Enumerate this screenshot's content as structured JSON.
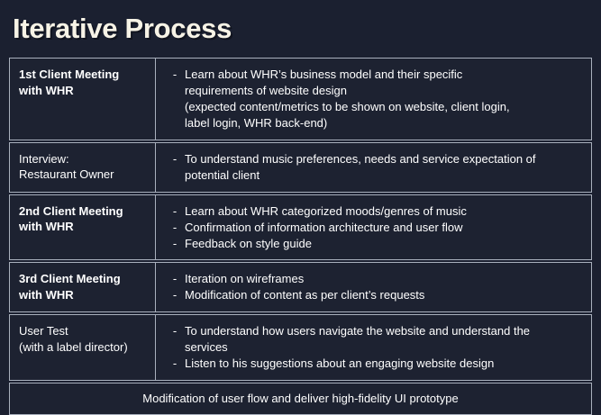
{
  "slide": {
    "title": "Iterative Process",
    "background_color": "#1b2030",
    "title_color": "#f7f3e6",
    "border_color": "#a9b0bd",
    "text_color": "#ffffff",
    "bullet_marker": "-"
  },
  "table": {
    "rows": [
      {
        "label_lines": [
          "1st Client Meeting",
          "with WHR"
        ],
        "label_bold": true,
        "items": [
          {
            "lines": [
              "Learn about WHR’s business model and their specific",
              "requirements of website design",
              "(expected content/metrics to be shown on website, client login,",
              "label login, WHR back-end)"
            ]
          }
        ]
      },
      {
        "label_lines": [
          "Interview:",
          "Restaurant Owner"
        ],
        "label_bold": false,
        "items": [
          {
            "lines": [
              "To understand music preferences, needs and service expectation of",
              "potential client"
            ]
          }
        ]
      },
      {
        "label_lines": [
          "2nd Client Meeting",
          "with WHR"
        ],
        "label_bold": true,
        "items": [
          {
            "lines": [
              "Learn about WHR categorized moods/genres of music"
            ]
          },
          {
            "lines": [
              "Confirmation of information architecture and user flow"
            ]
          },
          {
            "lines": [
              "Feedback on style guide"
            ]
          }
        ]
      },
      {
        "label_lines": [
          "3rd Client Meeting",
          "with WHR"
        ],
        "label_bold": true,
        "items": [
          {
            "lines": [
              "Iteration on wireframes"
            ]
          },
          {
            "lines": [
              "Modification of content as per client’s requests"
            ]
          }
        ]
      },
      {
        "label_lines": [
          "User Test",
          "(with a label director)"
        ],
        "label_bold": false,
        "items": [
          {
            "lines": [
              "To understand how users navigate the website and understand the",
              "services"
            ]
          },
          {
            "lines": [
              "Listen to his suggestions about an engaging website design"
            ]
          }
        ]
      }
    ],
    "footer": "Modification of user flow and deliver high-fidelity UI prototype"
  }
}
